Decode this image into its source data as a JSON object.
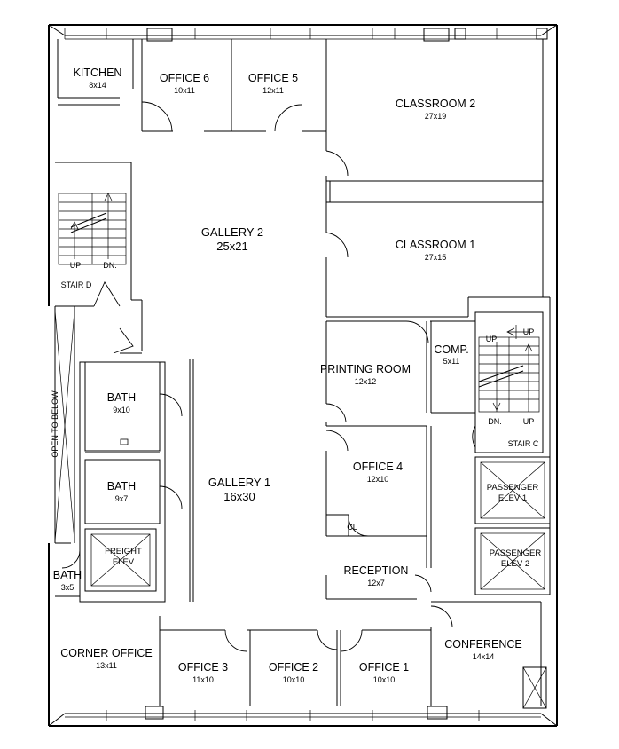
{
  "rooms": {
    "kitchen": {
      "name": "KITCHEN",
      "dim": "8x14"
    },
    "office6": {
      "name": "OFFICE 6",
      "dim": "10x11"
    },
    "office5": {
      "name": "OFFICE 5",
      "dim": "12x11"
    },
    "classroom2": {
      "name": "CLASSROOM 2",
      "dim": "27x19"
    },
    "classroom1": {
      "name": "CLASSROOM 1",
      "dim": "27x15"
    },
    "gallery2": {
      "name": "GALLERY 2",
      "dim": "25x21"
    },
    "gallery1": {
      "name": "GALLERY 1",
      "dim": "16x30"
    },
    "bath_upper": {
      "name": "BATH",
      "dim": "9x10"
    },
    "bath_lower": {
      "name": "BATH",
      "dim": "9x7"
    },
    "bath_small": {
      "name": "BATH",
      "dim": "3x5"
    },
    "printing": {
      "name": "PRINTING ROOM",
      "dim": "12x12"
    },
    "comp": {
      "name": "COMP.",
      "dim": "5x11"
    },
    "office4": {
      "name": "OFFICE 4",
      "dim": "12x10"
    },
    "closet": {
      "name": "CL"
    },
    "reception": {
      "name": "RECEPTION",
      "dim": "12x7"
    },
    "conference": {
      "name": "CONFERENCE",
      "dim": "14x14"
    },
    "corner_office": {
      "name": "CORNER OFFICE",
      "dim": "13x11"
    },
    "office3": {
      "name": "OFFICE 3",
      "dim": "11x10"
    },
    "office2": {
      "name": "OFFICE 2",
      "dim": "10x10"
    },
    "office1": {
      "name": "OFFICE 1",
      "dim": "10x10"
    }
  },
  "stairs": {
    "stair_d": {
      "name": "STAIR D",
      "up": "UP",
      "down": "DN."
    },
    "stair_c": {
      "name": "STAIR C",
      "up": "UP",
      "up_top": "UP",
      "down": "DN."
    }
  },
  "elevators": {
    "freight": {
      "line1": "FREIGHT",
      "line2": "ELEV"
    },
    "passenger1": {
      "line1": "PASSENGER",
      "line2": "ELEV 1"
    },
    "passenger2": {
      "line1": "PASSENGER",
      "line2": "ELEV 2"
    }
  },
  "notes": {
    "open_to_below": "OPEN TO BELOW"
  }
}
